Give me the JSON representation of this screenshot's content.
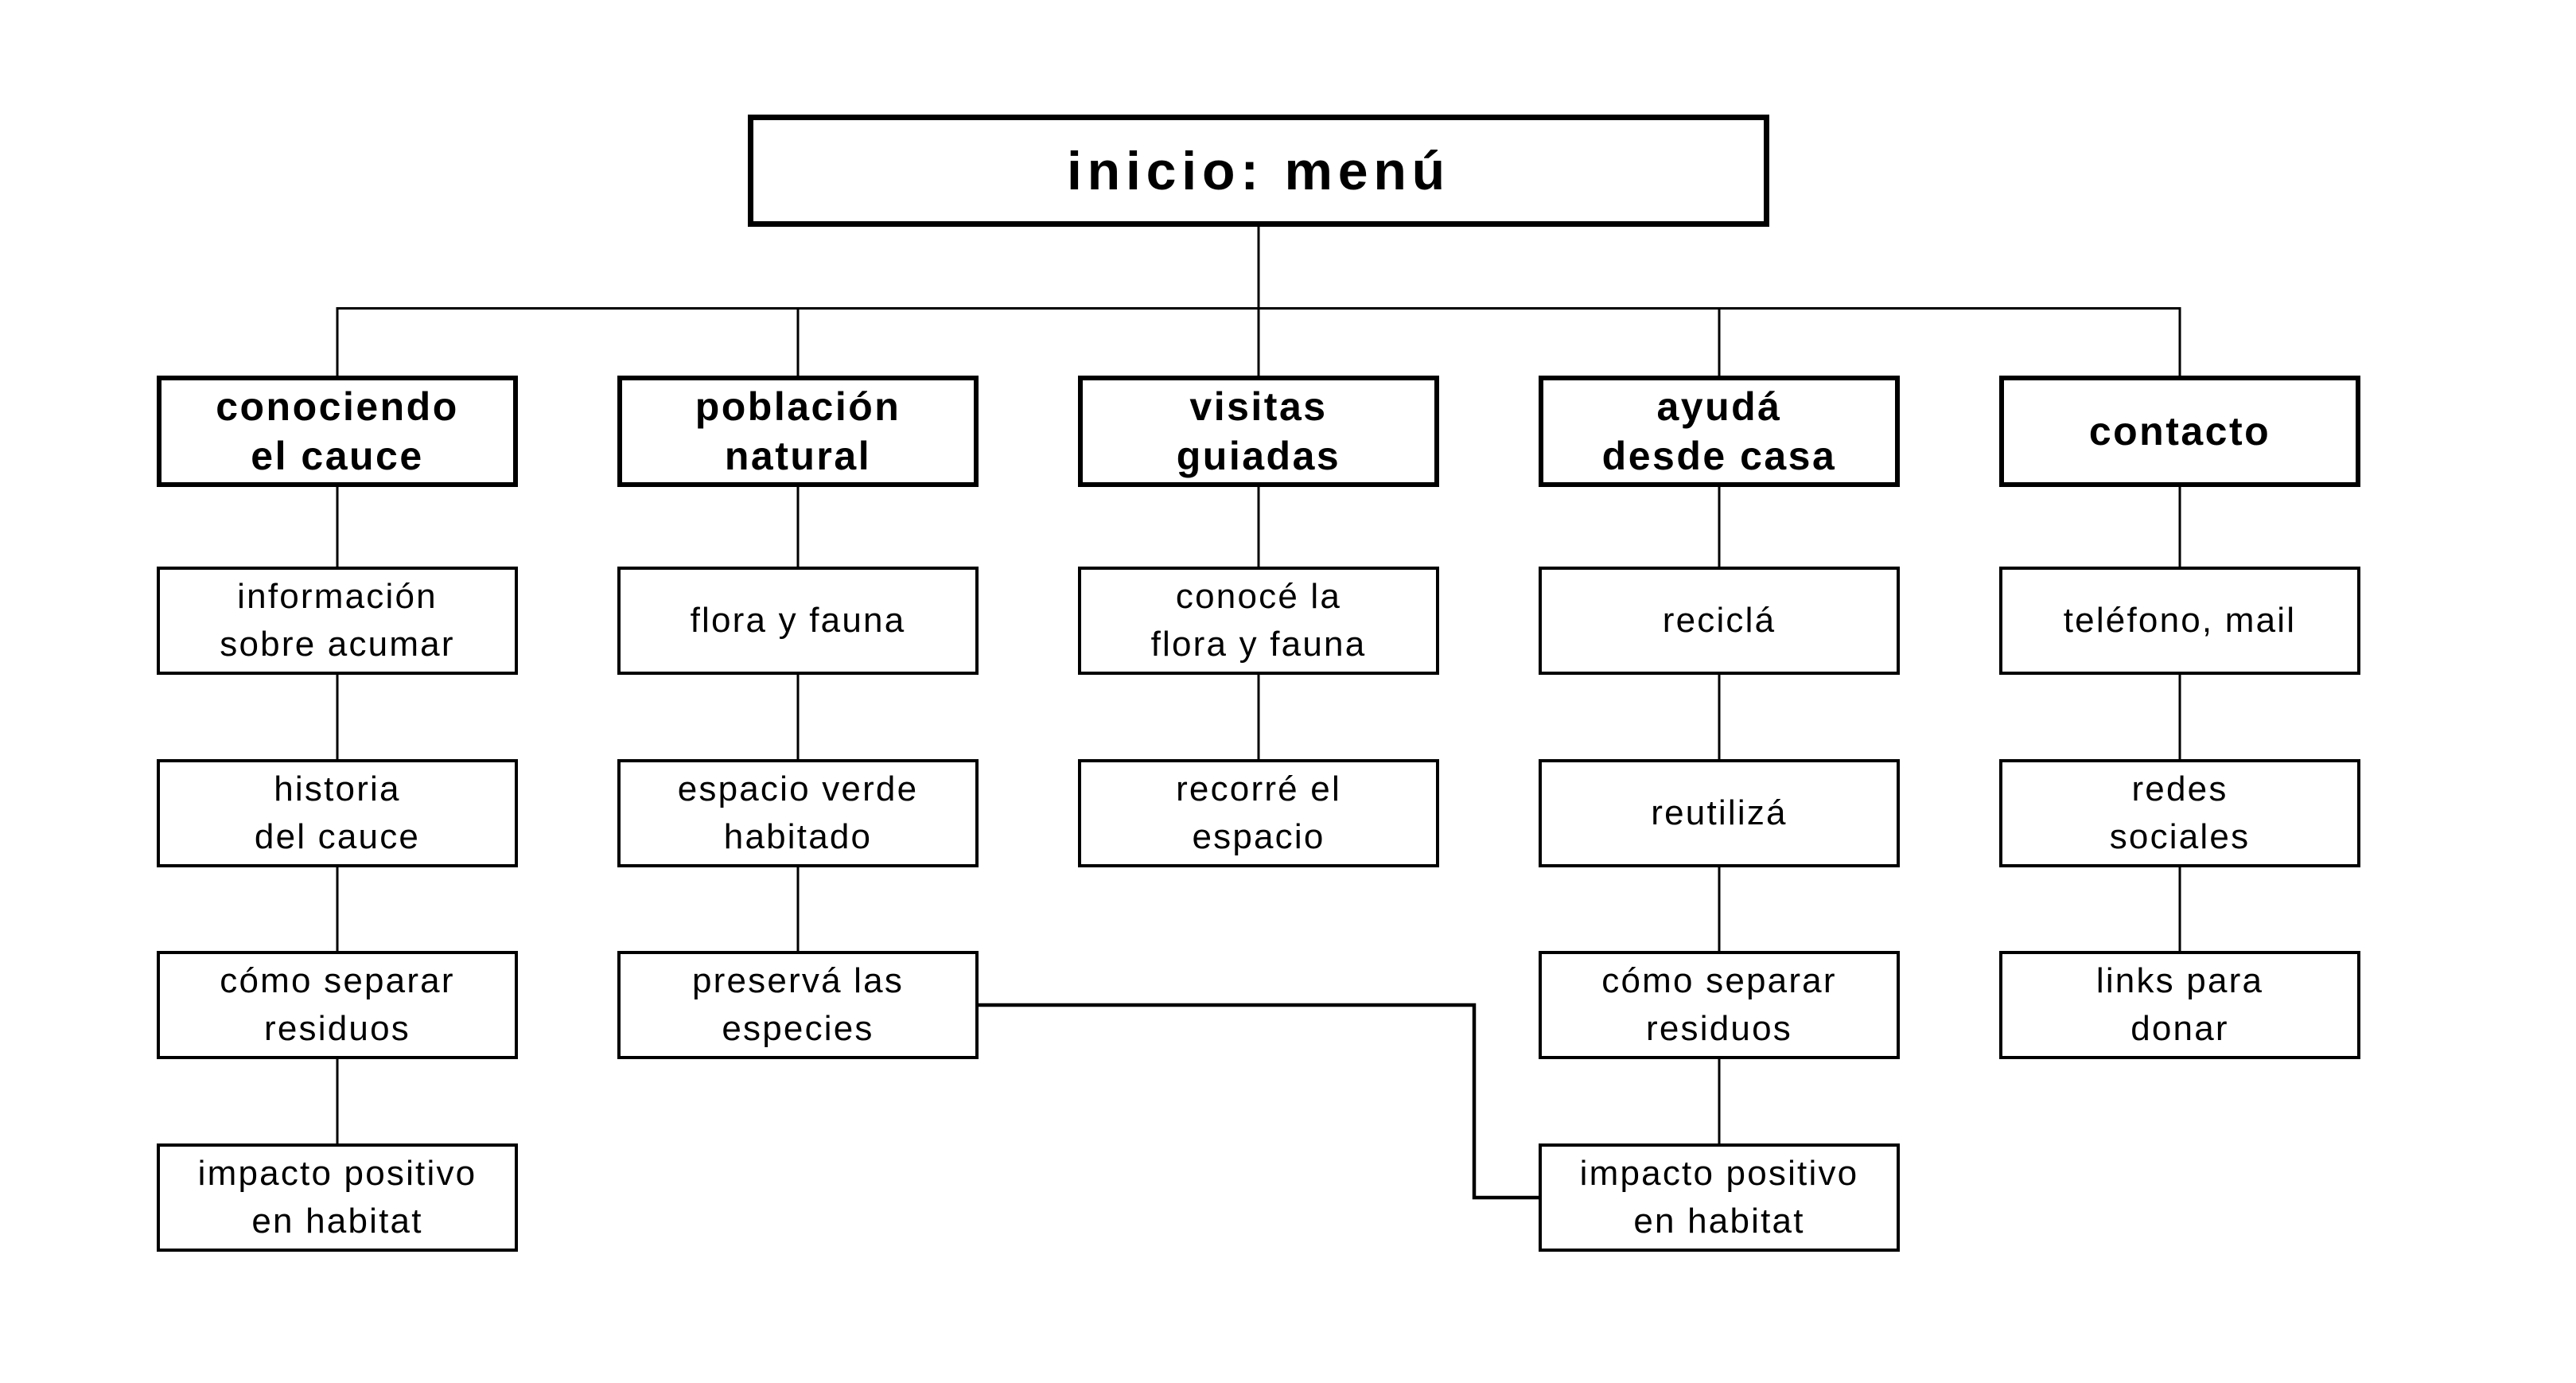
{
  "diagram": {
    "colors": {
      "bg": "#ffffff",
      "ink": "#000000"
    },
    "root": {
      "label": "inicio: menú"
    },
    "columns": [
      {
        "header": "conociendo\nel cauce",
        "children": [
          "información\nsobre acumar",
          "historia\ndel cauce",
          "cómo separar\nresiduos",
          "impacto positivo\nen habitat"
        ]
      },
      {
        "header": "población\nnatural",
        "children": [
          "flora y fauna",
          "espacio verde\nhabitado",
          "preservá las\nespecies"
        ]
      },
      {
        "header": "visitas\nguiadas",
        "children": [
          "conocé la\nflora y fauna",
          "recorré el\nespacio"
        ]
      },
      {
        "header": "ayudá\ndesde casa",
        "children": [
          "reciclá",
          "reutilizá",
          "cómo separar\nresiduos",
          "impacto positivo\nen habitat"
        ]
      },
      {
        "header": "contacto",
        "children": [
          "teléfono, mail",
          "redes\nsociales",
          "links para\ndonar"
        ]
      }
    ],
    "cross_link": {
      "from": "preservá las\nespecies",
      "to": "impacto positivo\nen habitat"
    }
  }
}
